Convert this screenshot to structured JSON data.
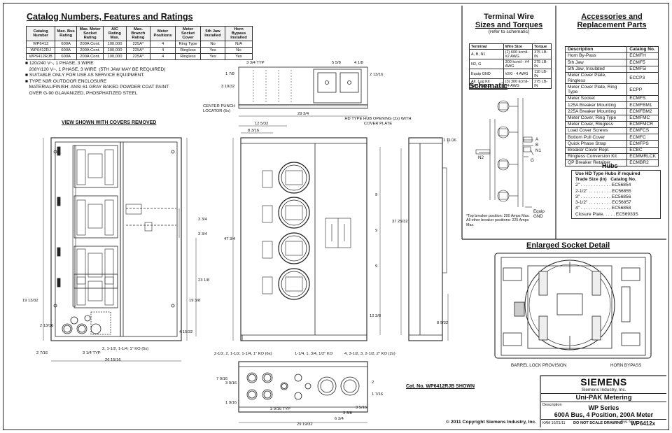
{
  "catalog": {
    "title": "Catalog Numbers, Features and Ratings",
    "headers": [
      "Catalog Number",
      "Max. Bus Rating",
      "Max. Meter Socket Rating",
      "AIC Rating Max.",
      "Max. Branch Rating",
      "Meter Positions",
      "Meter Socket Cover",
      "5th Jaw Installed",
      "Horn Bypass Installed"
    ],
    "rows": [
      [
        "WP6412",
        "600A",
        "200A Cont.",
        "100,000",
        "225A*",
        "4",
        "Ring Type",
        "No",
        "N/A"
      ],
      [
        "WP6412RJ",
        "600A",
        "200A Cont.",
        "100,000",
        "225A*",
        "4",
        "Ringless",
        "Yes",
        "No"
      ],
      [
        "WP6412RJB",
        "600A",
        "200A Cont.",
        "100,000",
        "225A*",
        "4",
        "Ringless",
        "Yes",
        "Yes"
      ]
    ]
  },
  "notes": [
    "■ 120/240 V~, 1 PHASE, 3 WIRE",
    "   208Y/120 V~, 1 PHASE, 3 WIRE  (5TH JAW MAY BE REQUIRED)",
    "■ SUITABLE ONLY FOR USE AS SERVICE EQUIPMENT.",
    "■ TYPE N3R OUTDOOR ENCLOSURE",
    "   MATERIAL/FINISH: ANSI 61 GRAY BAKED POWDER COAT PAINT",
    "   OVER G-90 GLAVANIZED, PHOSPHATIZED STEEL"
  ],
  "view_label": "VIEW SHOWN WITH COVERS REMOVED",
  "terminal": {
    "title1": "Terminal Wire",
    "title2": "Sizes and Torques",
    "subtitle": "(refer to schematic)",
    "headers": [
      "Terminal",
      "Wire Size",
      "Torque"
    ],
    "rows": [
      [
        "A, B, N1",
        "(2) 600 kcmil-#2 AWG",
        "375 LB-IN"
      ],
      [
        "N2, G",
        "300 kcmil - #4 AWG",
        "275 LB-IN"
      ],
      [
        "Equip GND",
        "#2/0 - 4 AWG",
        "110 LB-IN"
      ],
      [
        "Alt. Lug Kit WPLK2600",
        "(3) 300 kcmil-#4 AWG",
        "275 LB-IN"
      ]
    ]
  },
  "schematic": {
    "title": "Schematic",
    "labels": {
      "a": "A",
      "b": "B",
      "n1": "N1",
      "n2": "N2",
      "g": "G",
      "equip": "Equip GND"
    },
    "note": "*Top breaker position: 200 Amps Max. All other breaker positions: 225 Amps Max."
  },
  "accessories": {
    "title1": "Accessories and",
    "title2": "Replacement Parts",
    "headers": [
      "Description",
      "Catalog No."
    ],
    "rows": [
      [
        "Horn By-Pass",
        "ECMFH"
      ],
      [
        "5th Jaw",
        "ECMF5"
      ],
      [
        "5th Jaw, Insulated",
        "ECMF5i"
      ],
      [
        "Meter Cover Plate, Ringless",
        "ECCP3"
      ],
      [
        "Meter Cover Plate, Ring Type",
        "ECPP"
      ],
      [
        "Meter Socket",
        "ECMFS"
      ],
      [
        "125A Breaker Mounting",
        "ECMFBM1"
      ],
      [
        "225A Breaker Mounting",
        "ECMFBM2"
      ],
      [
        "Meter Cover, Ring Type",
        "ECMFMC"
      ],
      [
        "Meter Cover, Ringless",
        "ECMFMCR"
      ],
      [
        "Load Cover Screws",
        "ECMFCS"
      ],
      [
        "Bottom Pull Cover",
        "ECMFC"
      ],
      [
        "Quick Phase Strap",
        "ECMFPS"
      ],
      [
        "Breaker Cover Repl.",
        "ECBC"
      ],
      [
        "Ringless Conversion Kit",
        "ECMMRLCK"
      ],
      [
        "QP Breaker Retainer",
        "ECMBR2"
      ]
    ]
  },
  "hubs": {
    "title": "Hubs",
    "line1": "Use HD Type Hubs if required",
    "header": "Trade Size (in)   Catalog No.",
    "rows": [
      "2\" . . . . . . . . . . . . EC56854",
      "2-1/2\" . . . . . . . . . EC56855",
      "3\" . . . . . . . . . . . . EC56856",
      "3-1/2\" . . . . . . . . . EC56857",
      "4\" . . . . . . . . . . . . EC56858",
      "Closure Plate. . . . . EC56933S"
    ]
  },
  "socket_detail": {
    "title": "Enlarged Socket Detail",
    "barrel": "BARREL LOCK PROVISION",
    "horn": "HORN BYPASS"
  },
  "dims": {
    "top_334": "3 3/4 TYP",
    "top_178": "1 7/8",
    "top_31932": "3 19/32",
    "top_558": "5 5/8",
    "top_418": "4 1/8",
    "top_21316": "2 13/16",
    "center_punch": "CENTER PUNCH LOCATOR (6x)",
    "w2934": "29 3/4",
    "hd_hub": "HD TYPE HUB OPENING (2x) WITH COVER PLATE",
    "d12532": "12 5/32",
    "d8316": "8 3/16",
    "d11116": "1 11/16",
    "d4734": "47 3/4",
    "d37": "37 25/32",
    "d9a": "9",
    "d9b": "9",
    "d9c": "9",
    "d1238": "12 3/8",
    "d8932": "8 9/32",
    "l334a": "3 3/4",
    "l334b": "3 3/4",
    "l2318": "23 1/8",
    "l1938": "19 3/8",
    "l191332": "19 13/32",
    "l21316": "2 13/16",
    "l4932": "4 15/32",
    "l2716": "2 7/16",
    "l314": "3 1/4 TYP",
    "l2616": "26 15/16",
    "ko": "2, 1-1/2, 1-1/4, 1\" KO (5x)",
    "b_ko1": "2-1/2, 2, 1-1/2, 1-1/4, 1\" KO (6x)",
    "b_ko2": "1-1/4, 1, 3/4, 1/2\" KO",
    "b_ko3": "4, 3-1/2, 3, 2-1/2, 2\" KO (2x)",
    "b_7916": "7 9/16",
    "b_3916": "3 9/16",
    "b_3916typ": "3 9/16 TYP",
    "b_1916": "1 9/16",
    "b_338": "3 3/8",
    "b_634": "6 3/4",
    "b_2919": "29 19/32",
    "b_1716": "1 7/16",
    "b_3516": "3 5/16",
    "b_2": "2"
  },
  "shown": "Cat. No. WP6412RJB SHOWN",
  "copyright": "© 2011 Copyright Siemens Industry, Inc.",
  "title_block": {
    "brand": "SIEMENS",
    "company": "Siemens Industry, Inc.",
    "product": "Uni-PAK  Metering",
    "desc_label": "Description",
    "series": "WP Series",
    "line2": "600A Bus, 4 Position, 200A Meter",
    "kam": "KAM  10/21/11",
    "noscale": "DO NOT SCALE DRAWING",
    "dwg": "Dwg. No.",
    "dwgno": "WP6412x"
  }
}
